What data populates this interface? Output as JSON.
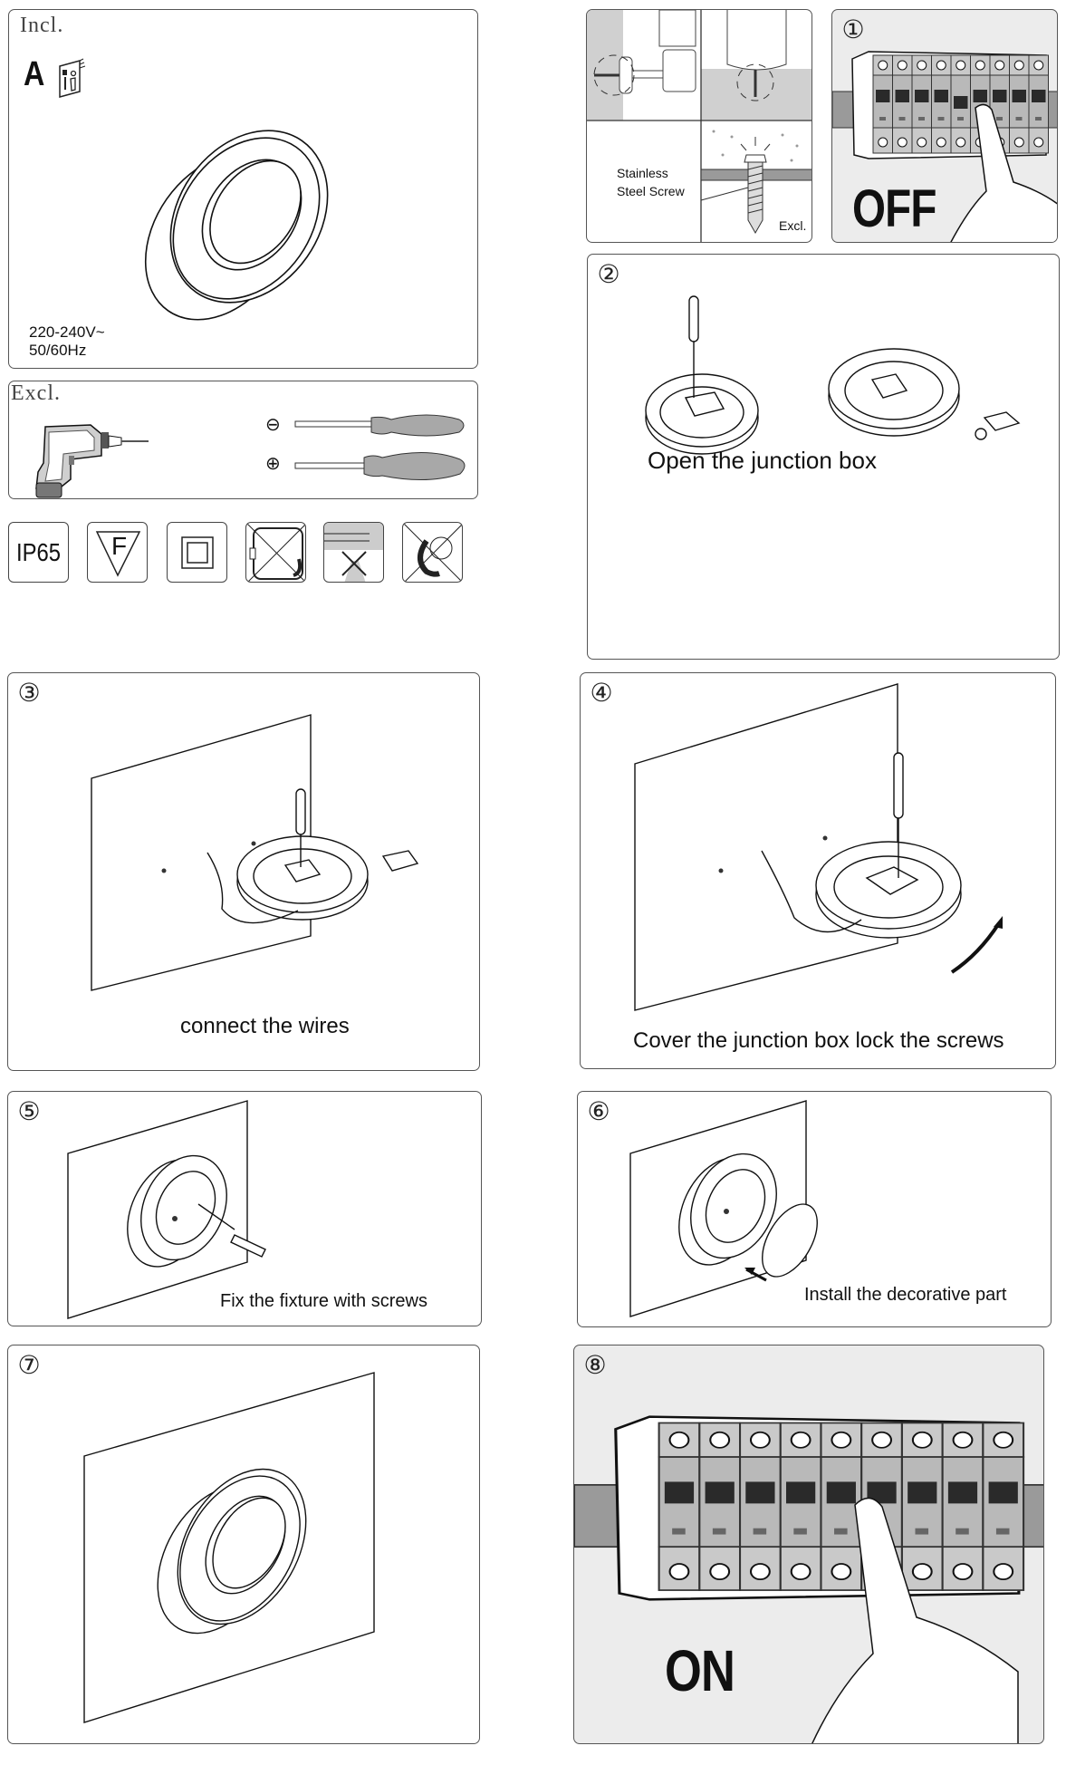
{
  "included": {
    "label": "Incl.",
    "part_letter": "A",
    "manual_icon": "instruction-manual-icon",
    "voltage": "220-240V~",
    "frequency": "50/60Hz"
  },
  "excluded_tools": {
    "label": "Excl.",
    "items": [
      {
        "icon": "drill-icon",
        "name": "Electric drill"
      },
      {
        "icon": "flathead-screwdriver-icon",
        "symbol": "⊖"
      },
      {
        "icon": "phillips-screwdriver-icon",
        "symbol": "⊕"
      }
    ]
  },
  "certification_icons": [
    {
      "name": "ip65-rating-icon",
      "text": "IP65"
    },
    {
      "name": "f-mark-icon",
      "text": "F"
    },
    {
      "name": "class-ii-double-insulation-icon",
      "text": ""
    },
    {
      "name": "no-dimmer-icon",
      "text": ""
    },
    {
      "name": "no-insulation-cover-icon",
      "text": ""
    },
    {
      "name": "not-for-covered-use-icon",
      "text": ""
    }
  ],
  "mounting_panel": {
    "screw_label": "Stainless\nSteel Screw",
    "screw_label_line1": "Stainless",
    "screw_label_line2": "Steel Screw",
    "excl_label": "Excl."
  },
  "steps": [
    {
      "number": "①",
      "caption": "OFF"
    },
    {
      "number": "②",
      "caption": "Open the junction box"
    },
    {
      "number": "③",
      "caption": "connect the wires"
    },
    {
      "number": "④",
      "caption": "Cover the junction box lock the screws"
    },
    {
      "number": "⑤",
      "caption": "Fix the fixture with screws"
    },
    {
      "number": "⑥",
      "caption": "Install the decorative part"
    },
    {
      "number": "⑦",
      "caption": ""
    },
    {
      "number": "⑧",
      "caption": "ON"
    }
  ],
  "colors": {
    "line": "#222222",
    "panel_gray": "#ececec",
    "breaker_gray": "#b9b9b9",
    "handle_dark": "#2a2a2a",
    "tool_gray": "#9a9a9a"
  }
}
